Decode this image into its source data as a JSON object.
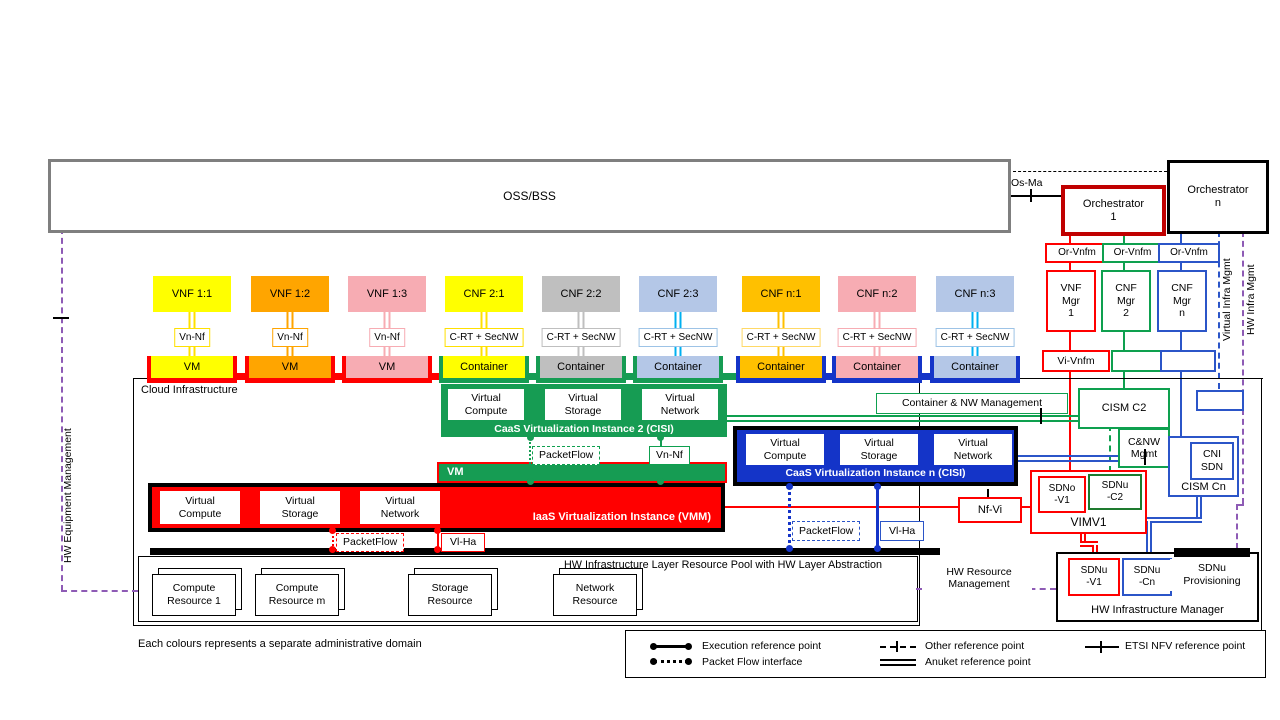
{
  "colors": {
    "red": "#FF0000",
    "green": "#0EA04F",
    "green_fill": "#169C53",
    "dark_green": "#1E7B2F",
    "blue": "#2B55C8",
    "blue_fill": "#1434C8",
    "purple": "#8E5BB5",
    "cyan": "#00B0F0",
    "orch_border": "#C00000",
    "oss_border": "#7F7F7F"
  },
  "top": {
    "oss": "OSS/BSS",
    "os_ma": "Os-Ma",
    "orch1": "Orchestrator\n1",
    "orchn": "Orchestrator\nn"
  },
  "mgmt": {
    "or_vnfm": [
      "Or-Vnfm",
      "Or-Vnfm",
      "Or-Vnfm"
    ],
    "mgrs": [
      "VNF\nMgr\n1",
      "CNF\nMgr\n2",
      "CNF\nMgr\nn"
    ],
    "vi_vnfm": "Vi-Vnfm"
  },
  "side": {
    "virtual_infra": "Virtual Infra Mgmt",
    "hw_infra": "HW Infra Mgmt",
    "hw_equipment": "HW Equipment Management",
    "hw_resource": "HW Resource\nManagement"
  },
  "nf_columns": [
    {
      "label": "VNF 1:1",
      "ref": "Vn-Nf",
      "runtime": "VM",
      "fill": "#FFFF00",
      "line": "#FFE000",
      "refb": "#FFE000",
      "pedestal": "#FF0000"
    },
    {
      "label": "VNF 1:2",
      "ref": "Vn-Nf",
      "runtime": "VM",
      "fill": "#FFA500",
      "line": "#FFA500",
      "refb": "#FFA500",
      "pedestal": "#FF0000"
    },
    {
      "label": "VNF 1:3",
      "ref": "Vn-Nf",
      "runtime": "VM",
      "fill": "#F7ACB3",
      "line": "#F7ACB3",
      "refb": "#F7ACB3",
      "pedestal": "#FF0000"
    },
    {
      "label": "CNF 2:1",
      "ref": "C-RT + SecNW",
      "runtime": "Container",
      "fill": "#FFFF00",
      "line": "#FFE000",
      "refb": "#FFE000",
      "pedestal": "#169C53"
    },
    {
      "label": "CNF 2:2",
      "ref": "C-RT + SecNW",
      "runtime": "Container",
      "fill": "#BFBFBF",
      "line": "#BFBFBF",
      "refb": "#BFBFBF",
      "pedestal": "#169C53"
    },
    {
      "label": "CNF 2:3",
      "ref": "C-RT + SecNW",
      "runtime": "Container",
      "fill": "#B4C7E7",
      "line": "#00B0F0",
      "refb": "#9DC3E6",
      "pedestal": "#169C53"
    },
    {
      "label": "CNF n:1",
      "ref": "C-RT + SecNW",
      "runtime": "Container",
      "fill": "#FFC000",
      "line": "#FFC000",
      "refb": "#FFD966",
      "pedestal": "#1434C8"
    },
    {
      "label": "CNF n:2",
      "ref": "C-RT + SecNW",
      "runtime": "Container",
      "fill": "#F7ACB3",
      "line": "#F7ACB3",
      "refb": "#F7ACB3",
      "pedestal": "#1434C8"
    },
    {
      "label": "CNF n:3",
      "ref": "C-RT + SecNW",
      "runtime": "Container",
      "fill": "#B4C7E7",
      "line": "#00B0F0",
      "refb": "#9DC3E6",
      "pedestal": "#1434C8"
    }
  ],
  "cloud": {
    "title": "Cloud  Infrastructure",
    "caas2": {
      "cells": [
        "Virtual\nCompute",
        "Virtual\nStorage",
        "Virtual\nNetwork"
      ],
      "label": "CaaS Virtualization Instance 2 (CISI)",
      "packetflow": "PacketFlow",
      "vn_nf": "Vn-Nf"
    },
    "vm_bar": "VM",
    "iaas": {
      "cells": [
        "Virtual\nCompute",
        "Virtual\nStorage",
        "Virtual\nNetwork"
      ],
      "label": "IaaS Virtualization Instance (VMM)",
      "packetflow": "PacketFlow",
      "vl_ha": "Vl-Ha"
    },
    "caasn": {
      "cells": [
        "Virtual\nCompute",
        "Virtual\nStorage",
        "Virtual\nNetwork"
      ],
      "label": "CaaS Virtualization Instance n (CISI)",
      "packetflow": "PacketFlow",
      "vl_ha": "Vl-Ha"
    },
    "pool": {
      "label": "HW Infrastructure Layer Resource Pool with HW Layer Abstraction",
      "resources": [
        "Compute\nResource 1",
        "Compute\nResource m",
        "Storage\nResource",
        "Network\nResource"
      ]
    }
  },
  "right": {
    "container_nw": "Container & NW  Management",
    "cism_c2": "CISM C2",
    "cnw_mgmt": "C&NW\nMgmt",
    "cni_sdn": "CNI\nSDN",
    "cism_cn": "CISM Cn",
    "nf_vi": "Nf-Vi",
    "sdno_v1": "SDNo\n-V1",
    "sdnu_c2": "SDNu\n-C2",
    "vim": "VIMV1",
    "hwim": {
      "sdnu_v1": "SDNu\n-V1",
      "sdnu_cn": "SDNu\n-Cn",
      "sdnu_prov": "SDNu\nProvisioning",
      "title": "HW Infrastructure Manager"
    }
  },
  "legend": {
    "execution": "Execution reference point",
    "packet_flow": "Packet Flow interface",
    "other": "Other reference point",
    "anuket": "Anuket reference point",
    "etsi": "ETSI NFV reference point"
  },
  "footnote": "Each colours represents a separate administrative domain"
}
